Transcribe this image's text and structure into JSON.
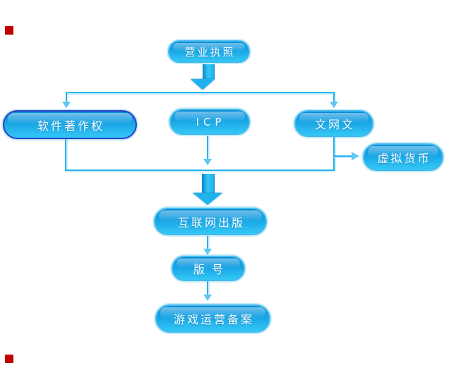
{
  "diagram": {
    "type": "flowchart",
    "language": "zh-CN",
    "nodes": {
      "business_license": {
        "label": "营业执照"
      },
      "software_copyright": {
        "label": "软件著作权"
      },
      "icp": {
        "label": "ICP"
      },
      "culture_network": {
        "label": "文网文"
      },
      "virtual_currency": {
        "label": "虚拟货币"
      },
      "internet_publishing": {
        "label": "互联网出版"
      },
      "publication_number": {
        "label": "版号"
      },
      "game_operation_filing": {
        "label": "游戏运营备案"
      }
    },
    "edges": [
      "营业执照 -> 软件著作权",
      "营业执照 -> ICP",
      "营业执照 -> 文网文",
      "文网文 -> 虚拟货币",
      "软件著作权 + ICP + 文网文 -> 互联网出版",
      "互联网出版 -> 版号",
      "版号 -> 游戏运营备案"
    ],
    "markers": [
      {
        "name": "red-square-top-left",
        "color": "#c00000"
      },
      {
        "name": "red-square-bottom-left",
        "color": "#c00000"
      }
    ],
    "colors": {
      "node_fill_top": "#0c8ed8",
      "node_fill_mid": "#17a3e4",
      "node_fill_bottom": "#33c8f6",
      "node_border": "#45b9ec",
      "node_halo": "#c5ebfa",
      "software_copyright_border": "#2d3ec4",
      "connector": "#29b2ea",
      "connector_glow": "#a8e3f9",
      "arrowhead": "#5fc7f2",
      "thick_arrow": "#1fb2ec",
      "thick_arrow_dark": "#0d8fd2",
      "marker_red": "#c00000",
      "text": "#ffffff"
    }
  }
}
